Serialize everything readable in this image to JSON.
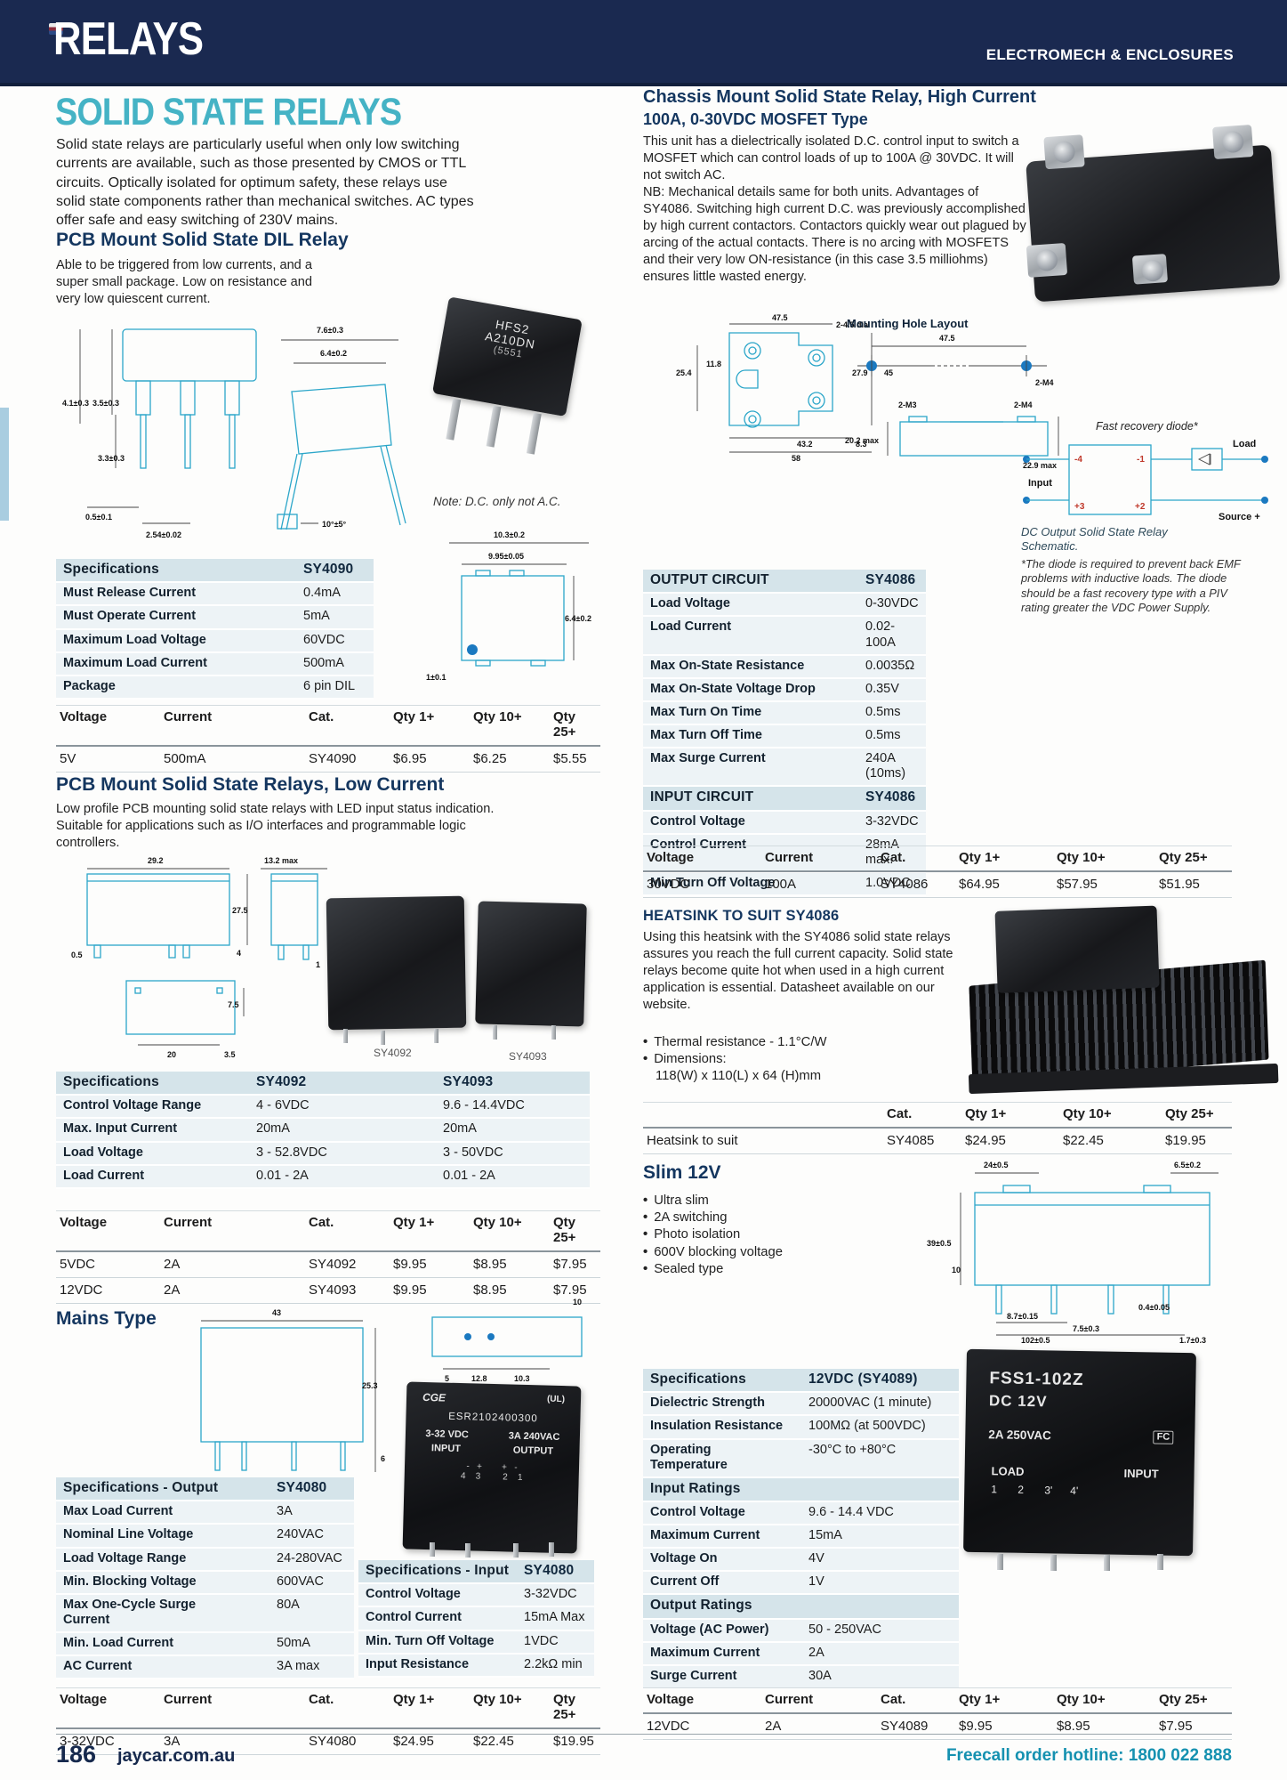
{
  "header": {
    "title": "RELAYS",
    "category": "ELECTROMECH & ENCLOSURES"
  },
  "footer": {
    "page": "186",
    "site": "jaycar.com.au",
    "hotline": "Freecall order hotline: 1800 022 888"
  },
  "intro": {
    "title": "SOLID STATE RELAYS",
    "body": "Solid state relays are particularly useful when only low switching currents are available, such as those presented by CMOS or TTL circuits. Optically isolated for optimum safety, these relays use solid state components rather than mechanical switches. AC types offer safe and easy switching of 230V mains."
  },
  "dil": {
    "heading": "PCB Mount Solid State DIL Relay",
    "body": "Able to be triggered from low currents, and a super small package. Low on resistance and very low quiescent current.",
    "note": "Note: D.C. only not A.C.",
    "chip": {
      "l1": "HFS2",
      "l2": "A210DN",
      "l3": "(5551"
    },
    "dims_side": [
      "4.1±0.3",
      "3.5±0.3",
      "3.3±0.3",
      "0.5±0.1",
      "2.54±0.02"
    ],
    "dims_end": [
      "7.6±0.3",
      "6.4±0.2",
      "10°±5°"
    ],
    "dims_top": [
      "10.3±0.2",
      "9.95±0.05",
      "6.4±0.2",
      "1±0.1"
    ],
    "spec": {
      "header": [
        "Specifications",
        "SY4090"
      ],
      "rows": [
        [
          "Must Release Current",
          "0.4mA"
        ],
        [
          "Must Operate Current",
          "5mA"
        ],
        [
          "Maximum Load Voltage",
          "60VDC"
        ],
        [
          "Maximum Load Current",
          "500mA"
        ],
        [
          "Package",
          "6 pin DIL"
        ]
      ]
    },
    "price": {
      "header": [
        "Voltage",
        "Current",
        "Cat.",
        "Qty 1+",
        "Qty 10+",
        "Qty 25+"
      ],
      "rows": [
        [
          "5V",
          "500mA",
          "SY4090",
          "$6.95",
          "$6.25",
          "$5.55"
        ]
      ]
    }
  },
  "low": {
    "heading": "PCB Mount Solid State Relays, Low Current",
    "body": "Low profile PCB mounting solid state relays with LED input status indication. Suitable for applications such as I/O interfaces and programmable logic controllers.",
    "dims_front": [
      "29.2",
      "27.5",
      "0.5",
      "4"
    ],
    "dims_side": [
      "13.2 max",
      "1"
    ],
    "dims_bottom": [
      "7.5",
      "20",
      "3.5"
    ],
    "photo_labels": [
      "SY4092",
      "SY4093"
    ],
    "spec": {
      "header": [
        "Specifications",
        "SY4092",
        "SY4093"
      ],
      "rows": [
        [
          "Control Voltage Range",
          "4 - 6VDC",
          "9.6 - 14.4VDC"
        ],
        [
          "Max. Input Current",
          "20mA",
          "20mA"
        ],
        [
          "Load Voltage",
          "3 - 52.8VDC",
          "3 - 50VDC"
        ],
        [
          "Load Current",
          "0.01 - 2A",
          "0.01 - 2A"
        ]
      ]
    },
    "price": {
      "header": [
        "Voltage",
        "Current",
        "Cat.",
        "Qty 1+",
        "Qty 10+",
        "Qty 25+"
      ],
      "rows": [
        [
          "5VDC",
          "2A",
          "SY4092",
          "$9.95",
          "$8.95",
          "$7.95"
        ],
        [
          "12VDC",
          "2A",
          "SY4093",
          "$9.95",
          "$8.95",
          "$7.95"
        ]
      ]
    }
  },
  "mains": {
    "heading": "Mains Type",
    "dims_front": [
      "43",
      "25.3",
      "6"
    ],
    "dims_top": [
      "10",
      "5",
      "12.8",
      "10.3"
    ],
    "photo": {
      "brand": "CGE",
      "ul": "(UL)",
      "model": "ESR2102400300",
      "in1": "3-32 VDC",
      "out1": "3A 240VAC",
      "in2": "INPUT",
      "out2": "OUTPUT",
      "marks": "-   +        +   -",
      "pins": "4    3         2    1"
    },
    "spec_out": {
      "header": [
        "Specifications - Output",
        "SY4080"
      ],
      "rows": [
        [
          "Max Load Current",
          "3A"
        ],
        [
          "Nominal Line Voltage",
          "240VAC"
        ],
        [
          "Load Voltage Range",
          "24-280VAC"
        ],
        [
          "Min. Blocking Voltage",
          "600VAC"
        ],
        [
          "Max One-Cycle Surge Current",
          "80A"
        ],
        [
          "Min. Load Current",
          "50mA"
        ],
        [
          "AC Current",
          "3A max"
        ]
      ]
    },
    "spec_in": {
      "header": [
        "Specifications - Input",
        "SY4080"
      ],
      "rows": [
        [
          "Control Voltage",
          "3-32VDC"
        ],
        [
          "Control Current",
          "15mA Max"
        ],
        [
          "Min. Turn Off Voltage",
          "1VDC"
        ],
        [
          "Input Resistance",
          "2.2kΩ min"
        ]
      ]
    },
    "price": {
      "header": [
        "Voltage",
        "Current",
        "Cat.",
        "Qty 1+",
        "Qty 10+",
        "Qty 25+"
      ],
      "rows": [
        [
          "3-32VDC",
          "3A",
          "SY4080",
          "$24.95",
          "$22.45",
          "$19.95"
        ]
      ]
    }
  },
  "chassis": {
    "heading": "Chassis Mount Solid State Relay, High Current",
    "subheading": "100A, 0-30VDC MOSFET Type",
    "body": "This unit has a dielectrically isolated D.C. control input to switch a MOSFET which can control loads of up to 100A @ 30VDC. It will not switch AC.\nNB: Mechanical details same for both units. Advantages of SY4086. Switching high current D.C. was previously accomplished by high current contactors. Contactors quickly wear out plagued by arcing of the actual contacts. There is no arcing with MOSFETS and their very low ON-resistance (in this case 3.5 milliohms) ensures little wasted energy.",
    "mount_title": "Mounting Hole Layout",
    "dims_plate": [
      "47.5",
      "2-4.5 dia",
      "25.4",
      "11.8",
      "27.9",
      "45",
      "43.2",
      "8.3",
      "58"
    ],
    "dims_holes": [
      "47.5",
      "2-M4"
    ],
    "dims_side": [
      "2-M3",
      "2-M4",
      "20.2 max",
      "22.9 max"
    ],
    "fast_diode": "Fast recovery diode*",
    "schematic": {
      "t1": "-4",
      "t2": "+3",
      "t3": "-1",
      "t4": "+2",
      "input": "Input",
      "load": "Load",
      "source": "Source +",
      "caption": "DC Output Solid State Relay\nSchematic."
    },
    "note": "*The diode is required to prevent back EMF problems with inductive loads. The diode should be a fast recovery type with a PIV rating greater the VDC Power Supply.",
    "table": {
      "h1": [
        "OUTPUT CIRCUIT",
        "SY4086"
      ],
      "rows1": [
        [
          "Load Voltage",
          "0-30VDC"
        ],
        [
          "Load Current",
          "0.02-100A"
        ],
        [
          "Max On-State Resistance",
          "0.0035Ω"
        ],
        [
          "Max On-State Voltage Drop",
          "0.35V"
        ],
        [
          "Max Turn On Time",
          "0.5ms"
        ],
        [
          "Max Turn Off Time",
          "0.5ms"
        ],
        [
          "Max Surge Current",
          "240A (10ms)"
        ]
      ],
      "h2": [
        "INPUT CIRCUIT",
        "SY4086"
      ],
      "rows2": [
        [
          "Control Voltage",
          "3-32VDC"
        ],
        [
          "Control Current",
          "28mA max."
        ],
        [
          "Min Turn Off Voltage",
          "1.0VDC"
        ]
      ]
    },
    "price": {
      "header": [
        "Voltage",
        "Current",
        "Cat.",
        "Qty 1+",
        "Qty 10+",
        "Qty 25+"
      ],
      "rows": [
        [
          "30VDC",
          "100A",
          "SY4086",
          "$64.95",
          "$57.95",
          "$51.95"
        ]
      ]
    }
  },
  "heatsink": {
    "heading": "HEATSINK TO SUIT SY4086",
    "body": "Using this heatsink with the SY4086 solid state relays assures you reach the full current capacity. Solid state relays become quite hot when used in a high current application is essential. Datasheet available on our website.",
    "bullets": [
      "Thermal resistance - 1.1°C/W",
      "Dimensions:",
      "118(W) x 110(L) x 64 (H)mm"
    ],
    "price": {
      "header": [
        "",
        "Cat.",
        "Qty 1+",
        "Qty 10+",
        "Qty 25+"
      ],
      "rows": [
        [
          "Heatsink to suit",
          "SY4085",
          "$24.95",
          "$22.45",
          "$19.95"
        ]
      ]
    }
  },
  "slim": {
    "heading": "Slim 12V",
    "bullets": [
      "Ultra slim",
      "2A switching",
      "Photo isolation",
      "600V blocking voltage",
      "Sealed type"
    ],
    "dims": [
      "24±0.5",
      "6.5±0.2",
      "39±0.5",
      "10",
      "8.7±0.15",
      "0.4±0.05",
      "7.5±0.3",
      "102±0.5",
      "1.7±0.3"
    ],
    "photo": {
      "model": "FSS1-102Z",
      "volt": "DC 12V",
      "rating": "2A 250VAC",
      "logo": "FC",
      "load": "LOAD",
      "input": "INPUT",
      "pins": "1       2       3'      4'"
    },
    "spec": {
      "header": [
        "Specifications",
        "12VDC (SY4089)"
      ],
      "rows1": [
        [
          "Dielectric Strength",
          "20000VAC (1 minute)"
        ],
        [
          "Insulation Resistance",
          "100MΩ (at 500VDC)"
        ],
        [
          "Operating Temperature",
          "-30°C to +80°C"
        ]
      ],
      "sub1": "Input Ratings",
      "rows2": [
        [
          "Control Voltage",
          "9.6 - 14.4 VDC"
        ],
        [
          "Maximum Current",
          "15mA"
        ],
        [
          "Voltage On",
          "4V"
        ],
        [
          "Current Off",
          "1V"
        ]
      ],
      "sub2": "Output Ratings",
      "rows3": [
        [
          "Voltage (AC Power)",
          "50 - 250VAC"
        ],
        [
          "Maximum Current",
          "2A"
        ],
        [
          "Surge Current",
          "30A"
        ]
      ]
    },
    "price": {
      "header": [
        "Voltage",
        "Current",
        "Cat.",
        "Qty 1+",
        "Qty 10+",
        "Qty 25+"
      ],
      "rows": [
        [
          "12VDC",
          "2A",
          "SY4089",
          "$9.95",
          "$8.95",
          "$7.95"
        ]
      ]
    }
  }
}
